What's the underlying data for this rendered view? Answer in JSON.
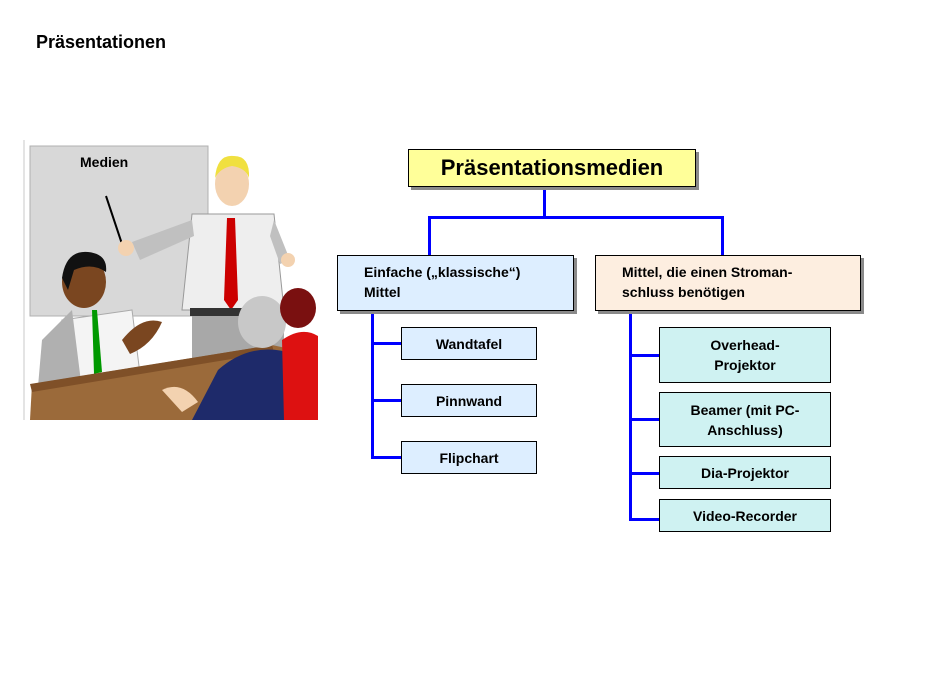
{
  "page": {
    "title": "Präsentationen"
  },
  "illustration": {
    "board_label": "Medien",
    "description": "presenter-meeting-clipart"
  },
  "diagram": {
    "root": {
      "label": "Präsentationsmedien",
      "color": "#ffff99"
    },
    "categories": [
      {
        "label_line1": "Einfache („klassische“)",
        "label_line2": "Mittel",
        "color": "#ddeeff",
        "items": [
          {
            "label": "Wandtafel"
          },
          {
            "label": "Pinnwand"
          },
          {
            "label": "Flipchart"
          }
        ]
      },
      {
        "label_line1": "Mittel, die einen Stroman-",
        "label_line2": "schluss benötigen",
        "color": "#fdeee0",
        "items": [
          {
            "line1": "Overhead-",
            "line2": "Projektor"
          },
          {
            "line1": "Beamer (mit PC-",
            "line2": "Anschluss)"
          },
          {
            "line1": "Dia-Projektor",
            "line2": ""
          },
          {
            "line1": "Video-Recorder",
            "line2": ""
          }
        ]
      }
    ],
    "connector_color": "#0000ff"
  }
}
